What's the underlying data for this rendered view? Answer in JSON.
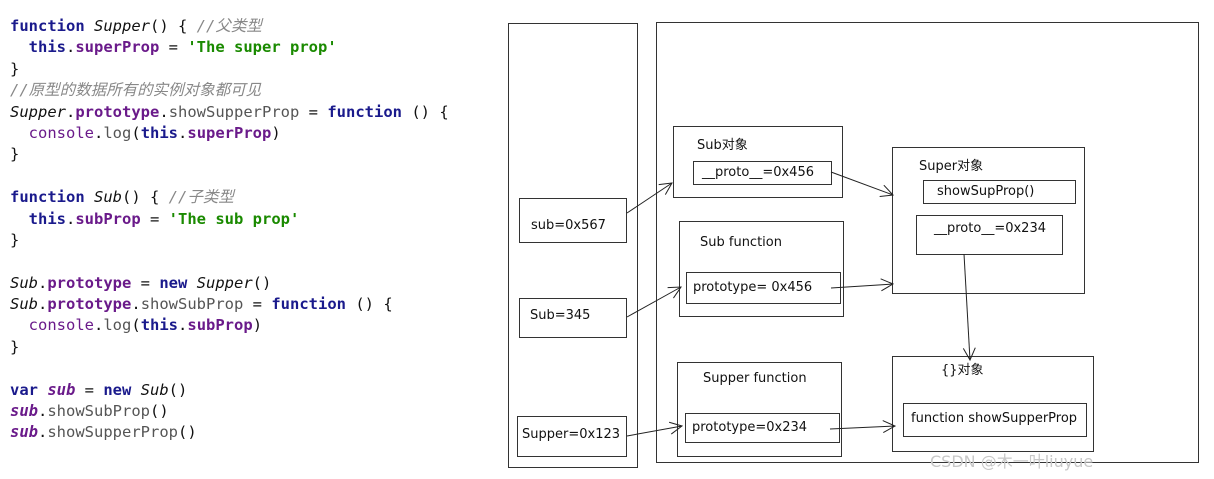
{
  "code": [
    [
      [
        "kw",
        "function "
      ],
      [
        "it",
        "Supper"
      ],
      [
        "pl",
        "() { "
      ],
      [
        "cm",
        "//父类型"
      ]
    ],
    [
      [
        "pl",
        "  "
      ],
      [
        "kw",
        "this"
      ],
      [
        "pl",
        "."
      ],
      [
        "ppb",
        "superProp"
      ],
      [
        "pl",
        " = "
      ],
      [
        "str",
        "'The super prop'"
      ]
    ],
    [
      [
        "pl",
        "}"
      ]
    ],
    [
      [
        "cm",
        "//原型的数据所有的实例对象都可见"
      ]
    ],
    [
      [
        "it",
        "Supper"
      ],
      [
        "pl",
        "."
      ],
      [
        "ppb",
        "prototype"
      ],
      [
        "pl",
        "."
      ],
      [
        "mt",
        "showSupperProp"
      ],
      [
        "pl",
        " = "
      ],
      [
        "kw",
        "function"
      ],
      [
        "pl",
        " () {"
      ]
    ],
    [
      [
        "pl",
        "  "
      ],
      [
        "pp",
        "console"
      ],
      [
        "pl",
        "."
      ],
      [
        "mt",
        "log"
      ],
      [
        "pl",
        "("
      ],
      [
        "kw",
        "this"
      ],
      [
        "pl",
        "."
      ],
      [
        "ppb",
        "superProp"
      ],
      [
        "pl",
        ")"
      ]
    ],
    [
      [
        "pl",
        "}"
      ]
    ],
    [
      [
        "pl",
        ""
      ]
    ],
    [
      [
        "kw",
        "function "
      ],
      [
        "it",
        "Sub"
      ],
      [
        "pl",
        "() { "
      ],
      [
        "cm",
        "//子类型"
      ]
    ],
    [
      [
        "pl",
        "  "
      ],
      [
        "kw",
        "this"
      ],
      [
        "pl",
        "."
      ],
      [
        "ppb",
        "subProp"
      ],
      [
        "pl",
        " = "
      ],
      [
        "str",
        "'The sub prop'"
      ]
    ],
    [
      [
        "pl",
        "}"
      ]
    ],
    [
      [
        "pl",
        ""
      ]
    ],
    [
      [
        "it",
        "Sub"
      ],
      [
        "pl",
        "."
      ],
      [
        "ppb",
        "prototype"
      ],
      [
        "pl",
        " = "
      ],
      [
        "kw",
        "new "
      ],
      [
        "it",
        "Supper"
      ],
      [
        "pl",
        "()"
      ]
    ],
    [
      [
        "it",
        "Sub"
      ],
      [
        "pl",
        "."
      ],
      [
        "ppb",
        "prototype"
      ],
      [
        "pl",
        "."
      ],
      [
        "mt",
        "showSubProp"
      ],
      [
        "pl",
        " = "
      ],
      [
        "kw",
        "function"
      ],
      [
        "pl",
        " () {"
      ]
    ],
    [
      [
        "pl",
        "  "
      ],
      [
        "pp",
        "console"
      ],
      [
        "pl",
        "."
      ],
      [
        "mt",
        "log"
      ],
      [
        "pl",
        "("
      ],
      [
        "kw",
        "this"
      ],
      [
        "pl",
        "."
      ],
      [
        "ppb",
        "subProp"
      ],
      [
        "pl",
        ")"
      ]
    ],
    [
      [
        "pl",
        "}"
      ]
    ],
    [
      [
        "pl",
        ""
      ]
    ],
    [
      [
        "kw",
        "var "
      ],
      [
        "ivar",
        "sub"
      ],
      [
        "pl",
        " = "
      ],
      [
        "kw",
        "new "
      ],
      [
        "it",
        "Sub"
      ],
      [
        "pl",
        "()"
      ]
    ],
    [
      [
        "ivar",
        "sub"
      ],
      [
        "pl",
        "."
      ],
      [
        "mt",
        "showSubProp"
      ],
      [
        "pl",
        "()"
      ]
    ],
    [
      [
        "ivar",
        "sub"
      ],
      [
        "pl",
        "."
      ],
      [
        "mt",
        "showSupperProp"
      ],
      [
        "pl",
        "()"
      ]
    ]
  ],
  "diagram": {
    "stack": {
      "sub": "sub=0x567",
      "Sub": "Sub=345",
      "Supper": "Supper=0x123"
    },
    "sub_object": {
      "title": "Sub对象",
      "proto": "__proto__=0x456"
    },
    "sub_function": {
      "title": "Sub function",
      "prototype": "prototype= 0x456"
    },
    "supper_function": {
      "title": "Supper function",
      "prototype": "prototype=0x234"
    },
    "super_object": {
      "title": "Super对象",
      "method": "showSupProp()",
      "proto": "__proto__=0x234"
    },
    "empty_object": {
      "title": "{}对象",
      "method": "function showSupperProp"
    }
  },
  "watermark": "CSDN @木一叶liuyue"
}
